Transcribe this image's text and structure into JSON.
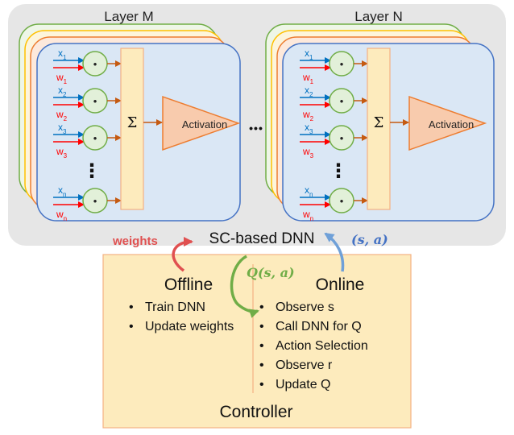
{
  "layers": {
    "left_title": "Layer M",
    "right_title": "Layer N",
    "ellipsis": "•••",
    "sum_symbol": "Σ",
    "activation": "Activation",
    "dot_symbol": "•",
    "vertical_dots": "⋮",
    "inputs": [
      {
        "x": "x",
        "x_sub": "1",
        "w": "w",
        "w_sub": "1"
      },
      {
        "x": "x",
        "x_sub": "2",
        "w": "w",
        "w_sub": "2"
      },
      {
        "x": "x",
        "x_sub": "3",
        "w": "w",
        "w_sub": "3"
      },
      {
        "x": "x",
        "x_sub": "n",
        "w": "w",
        "w_sub": "n"
      }
    ]
  },
  "dnn_label": "SC-based DNN",
  "weights_label": "weights",
  "state_action_label": "(s, a)",
  "q_label": "Q(s, a)",
  "controller": {
    "title": "Controller",
    "offline": {
      "title": "Offline",
      "items": [
        "Train DNN",
        "Update weights"
      ]
    },
    "online": {
      "title": "Online",
      "items": [
        "Observe s",
        "Call DNN for Q",
        "Action Selection",
        "Observe r",
        "Update Q"
      ]
    }
  },
  "colors": {
    "gray_panel": "#e6e6e6",
    "layer_blue_fill": "#dae7f5",
    "layer_blue_stroke": "#4472c4",
    "back_green": "#70ad47",
    "back_yellow": "#ffc000",
    "back_orange": "#ed7d31",
    "circle_fill": "#e2f0d9",
    "circle_stroke": "#70ad47",
    "sum_fill": "#fdebbd",
    "activation_fill": "#f8cbad",
    "x_blue": "#0070c0",
    "w_red": "#ff0000",
    "weights_red": "#e05050",
    "sa_blue": "#4472c4",
    "q_green": "#70ad47",
    "controller_fill": "#fdebbd",
    "controller_stroke": "#f4b183"
  }
}
